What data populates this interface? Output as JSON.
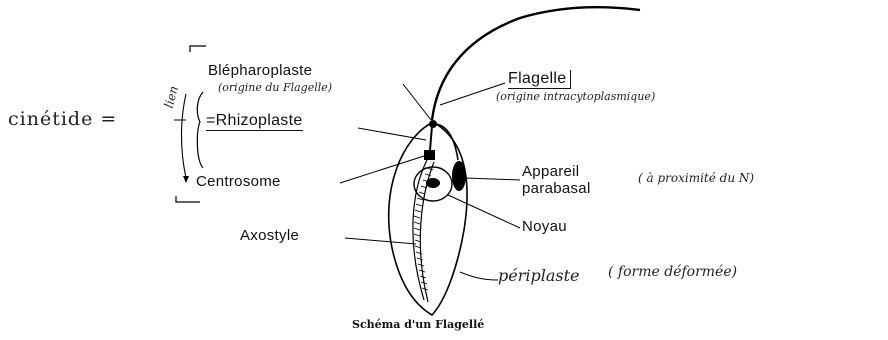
{
  "diagram": {
    "labels": {
      "blepharoplaste": "Blépharoplaste",
      "blepharoplaste_note": "(origine du Flagelle)",
      "rhizoplaste": "=Rhizoplaste",
      "centrosome": "Centrosome",
      "axostyle": "Axostyle",
      "flagelle": "Flagelle",
      "flagelle_note": "(origine intracytoplasmique)",
      "appareil": "Appareil",
      "parabasal": "parabasal",
      "parabasal_note": "( à proximité du N)",
      "noyau": "Noyau",
      "periplaste": "périplaste",
      "periplaste_note": "( forme déformée)"
    },
    "annotations": {
      "cinetide": "cinétide =",
      "lien": "lien"
    },
    "caption": "Schéma d'un Flagellé"
  }
}
